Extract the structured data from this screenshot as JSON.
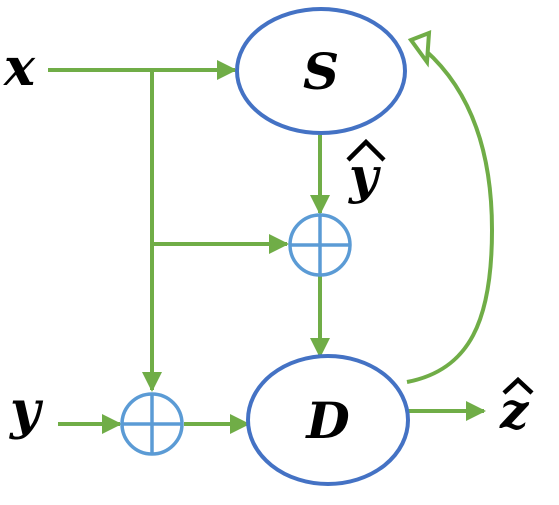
{
  "colors": {
    "wire": "#70AD47",
    "node_stroke": "#4472C4",
    "sum_stroke": "#5B9BD5",
    "text": "#000000",
    "background": "#FFFFFF"
  },
  "nodes": {
    "s": {
      "label": "S"
    },
    "d": {
      "label": "D"
    }
  },
  "inputs": {
    "x": {
      "label": "x"
    },
    "y": {
      "label": "y"
    }
  },
  "signals": {
    "y_hat": {
      "label": "y",
      "accent": "hat"
    },
    "z_hat": {
      "label": "z",
      "accent": "hat"
    }
  },
  "operators": [
    {
      "id": "sum-top",
      "symbol": "plus-in-circle"
    },
    {
      "id": "sum-bottom",
      "symbol": "plus-in-circle"
    }
  ]
}
